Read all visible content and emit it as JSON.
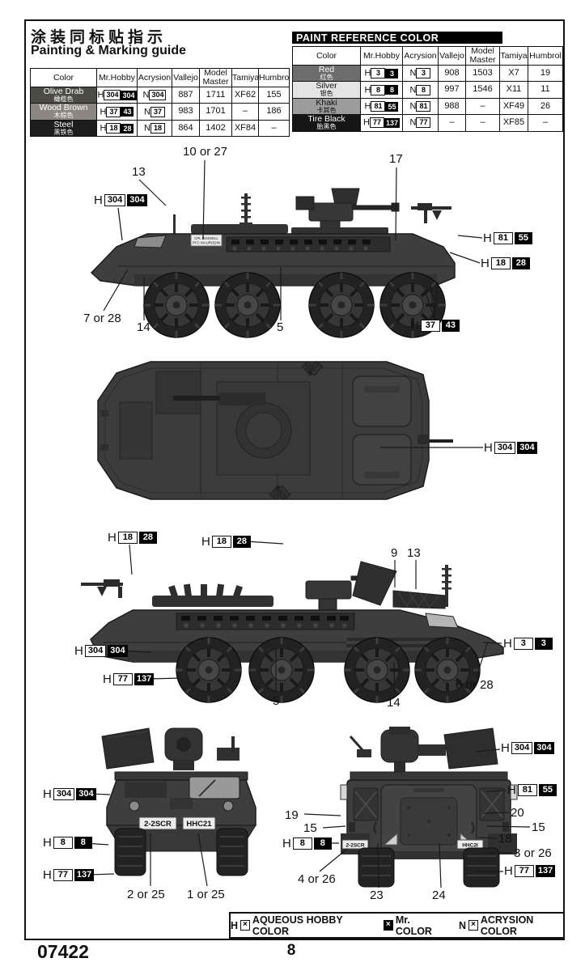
{
  "page": {
    "title_zh": "涂装同标贴指示",
    "title_en": "Painting & Marking guide",
    "kit_number": "07422",
    "page_number": "8"
  },
  "footer_legend": {
    "h_prefix": "H",
    "aqueous": "AQUEOUS HOBBY COLOR",
    "mr": "Mr. COLOR",
    "n_prefix": "N",
    "acrysion": "ACRYSION COLOR",
    "x_mark": "×"
  },
  "paint_table_left": {
    "headers": {
      "color": "Color",
      "mr_hobby": "Mr.Hobby",
      "acrysion": "Acrysion",
      "vallejo": "Vallejo",
      "model_master": "Model\nMaster",
      "tamiya": "Tamiya",
      "humbrol": "Humbrol"
    },
    "rows": [
      {
        "name": "Olive Drab",
        "name_zh": "橄榄色",
        "swatch_style": "background:#4c4c45;color:#ffffff",
        "h": "H",
        "hw": "304",
        "hb": "304",
        "n": "N",
        "nw": "304",
        "vallejo": "887",
        "model_master": "1711",
        "tamiya": "XF62",
        "humbrol": "155"
      },
      {
        "name": "Wood Brown",
        "name_zh": "木棕色",
        "swatch_style": "background:#8b8780;color:#ffffff",
        "h": "H",
        "hw": "37",
        "hb": "43",
        "n": "N",
        "nw": "37",
        "vallejo": "983",
        "model_master": "1701",
        "tamiya": "–",
        "humbrol": "186"
      },
      {
        "name": "Steel",
        "name_zh": "黑铁色",
        "swatch_style": "background:#1d1d1d;color:#ffffff",
        "h": "H",
        "hw": "18",
        "hb": "28",
        "n": "N",
        "nw": "18",
        "vallejo": "864",
        "model_master": "1402",
        "tamiya": "XF84",
        "humbrol": "–"
      }
    ]
  },
  "paint_table_right": {
    "banner": "PAINT REFERENCE COLOR",
    "headers": {
      "color": "Color",
      "mr_hobby": "Mr.Hobby",
      "acrysion": "Acrysion",
      "vallejo": "Vallejo",
      "model_master": "Model\nMaster",
      "tamiya": "Tamiya",
      "humbrol": "Humbrol"
    },
    "rows": [
      {
        "name": "Red",
        "name_zh": "红色",
        "swatch_style": "background:#6d6d6d;color:#ffffff",
        "h": "H",
        "hw": "3",
        "hb": "3",
        "n": "N",
        "nw": "3",
        "vallejo": "908",
        "model_master": "1503",
        "tamiya": "X7",
        "humbrol": "19"
      },
      {
        "name": "Silver",
        "name_zh": "银色",
        "swatch_style": "background:#e4e4e4;color:#111111",
        "h": "H",
        "hw": "8",
        "hb": "8",
        "n": "N",
        "nw": "8",
        "vallejo": "997",
        "model_master": "1546",
        "tamiya": "X11",
        "humbrol": "11"
      },
      {
        "name": "Khaki",
        "name_zh": "卡其色",
        "swatch_style": "background:#9c9c9c;color:#111111",
        "h": "H",
        "hw": "81",
        "hb": "55",
        "n": "N",
        "nw": "81",
        "vallejo": "988",
        "model_master": "–",
        "tamiya": "XF49",
        "humbrol": "26"
      },
      {
        "name": "Tire Black",
        "name_zh": "胎黑色",
        "swatch_style": "background:#161616;color:#ffffff",
        "h": "H",
        "hw": "77",
        "hb": "137",
        "n": "N",
        "nw": "77",
        "vallejo": "–",
        "model_master": "–",
        "tamiya": "XF85",
        "humbrol": "–"
      }
    ]
  },
  "views": {
    "side_left": {
      "decal": {
        "line1": "CPL RUSSELL",
        "line2": "PFC MAURODIN"
      },
      "callouts": {
        "v10or27": "10 or 27",
        "v13": "13",
        "v17": "17",
        "v7or28": "7 or 28",
        "v14": "14",
        "v5": "5",
        "chip304": {
          "letter": "H",
          "white": "304",
          "black": "304"
        },
        "chip81": {
          "letter": "H",
          "white": "81",
          "black": "55"
        },
        "chip18": {
          "letter": "H",
          "white": "18",
          "black": "28"
        },
        "chip37": {
          "letter": "H",
          "white": "37",
          "black": "43"
        }
      }
    },
    "top": {
      "callouts": {
        "chip304": {
          "letter": "H",
          "white": "304",
          "black": "304"
        }
      }
    },
    "side_right": {
      "callouts": {
        "chip18a": {
          "letter": "H",
          "white": "18",
          "black": "28"
        },
        "chip18b": {
          "letter": "H",
          "white": "18",
          "black": "28"
        },
        "v9": "9",
        "v13": "13",
        "v5": "5",
        "v14": "14",
        "v6or28": "6 or 28",
        "chip3": {
          "letter": "H",
          "white": "3",
          "black": "3"
        },
        "chip304": {
          "letter": "H",
          "white": "304",
          "black": "304"
        },
        "chip77": {
          "letter": "H",
          "white": "77",
          "black": "137"
        }
      }
    },
    "front": {
      "decals": {
        "left": "2-2SCR",
        "right": "HHC21"
      },
      "callouts": {
        "chip304": {
          "letter": "H",
          "white": "304",
          "black": "304"
        },
        "chip8": {
          "letter": "H",
          "white": "8",
          "black": "8"
        },
        "chip77": {
          "letter": "H",
          "white": "77",
          "black": "137"
        },
        "v2or25": "2 or 25",
        "v1or25": "1 or 25"
      }
    },
    "rear": {
      "decals": {
        "left": "2-2SCR",
        "right": "HHC2I"
      },
      "callouts": {
        "v19": "19",
        "v15a": "15",
        "v4or26": "4 or 26",
        "v23": "23",
        "v24": "24",
        "v20": "20",
        "v15b": "15",
        "v18": "18",
        "v3or26": "3 or 26",
        "chip8": {
          "letter": "H",
          "white": "8",
          "black": "8"
        },
        "chip304": {
          "letter": "H",
          "white": "304",
          "black": "304"
        },
        "chip81": {
          "letter": "H",
          "white": "81",
          "black": "55"
        },
        "chip77": {
          "letter": "H",
          "white": "77",
          "black": "137"
        }
      }
    }
  }
}
